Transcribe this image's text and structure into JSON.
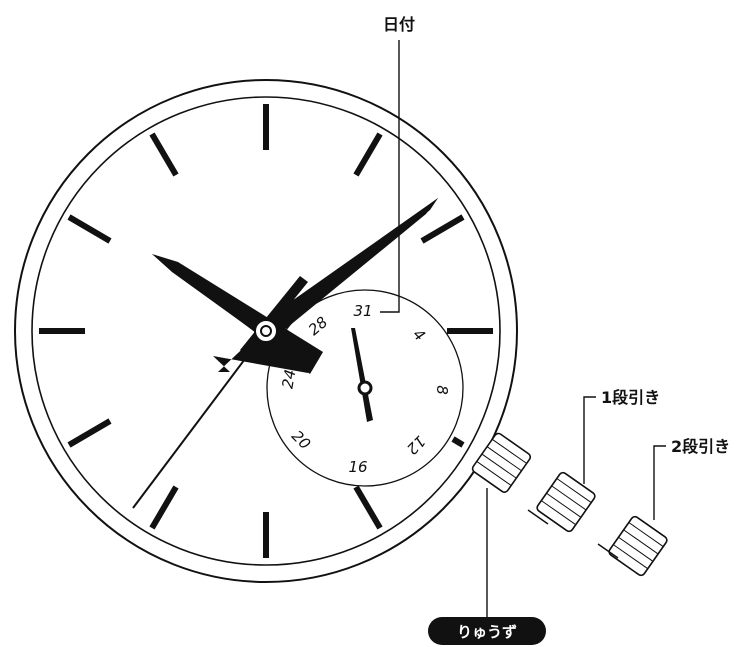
{
  "labels": {
    "date": "日付",
    "first_click": "1段引き",
    "second_click": "2段引き",
    "crown": "りゅうず"
  },
  "subdial": {
    "numbers": [
      "31",
      "4",
      "8",
      "12",
      "16",
      "20",
      "24",
      "28"
    ]
  }
}
